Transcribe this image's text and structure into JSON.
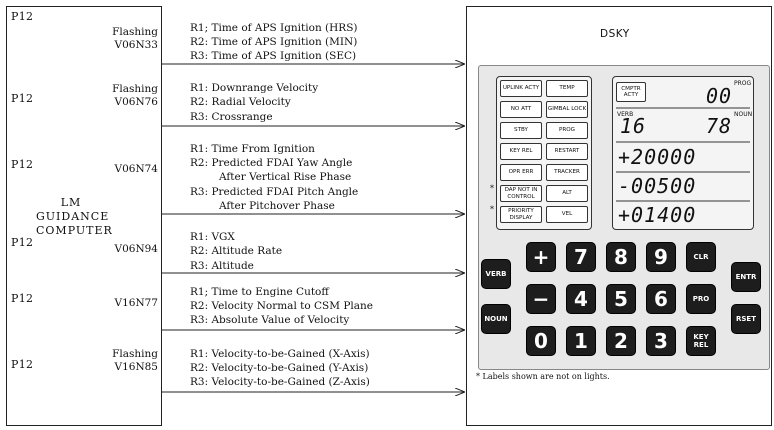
{
  "lm": {
    "program_labels": [
      "P12",
      "P12",
      "P12",
      "P12",
      "P12",
      "P12"
    ],
    "computer_label_line1": "LM",
    "computer_label_line2": "GUIDANCE",
    "computer_label_line3": "COMPUTER"
  },
  "modes": [
    {
      "status": "Flashing",
      "code": "V06N33"
    },
    {
      "status": "Flashing",
      "code": "V06N76"
    },
    {
      "status": "",
      "code": "V06N74"
    },
    {
      "status": "",
      "code": "V06N94"
    },
    {
      "status": "",
      "code": "V16N77"
    },
    {
      "status": "Flashing",
      "code": "V16N85"
    }
  ],
  "registers": {
    "g1": [
      "R1;  Time of APS Ignition (HRS)",
      "R2:  Time of APS Ignition (MIN)",
      "R3:  Time of APS Ignition (SEC)"
    ],
    "g2": [
      "R1:  Downrange Velocity",
      "R2:  Radial Velocity",
      "R3:  Crossrange"
    ],
    "g3": [
      "R1:  Time From Ignition",
      "R2:  Predicted FDAI Yaw Angle",
      "After Vertical Rise Phase",
      "R3:  Predicted FDAI Pitch Angle",
      "After Pitchover Phase"
    ],
    "g4": [
      "R1:  VGX",
      "R2:  Altitude Rate",
      "R3:  Altitude"
    ],
    "g5": [
      "R1;  Time to Engine Cutoff",
      "R2:  Velocity Normal to CSM Plane",
      "R3:  Absolute Value of Velocity"
    ],
    "g6": [
      "R1:  Velocity-to-be-Gained (X-Axis)",
      "R2:  Velocity-to-be-Gained (Y-Axis)",
      "R3:  Velocity-to-be-Gained (Z-Axis)"
    ]
  },
  "dsky": {
    "title": "DSKY",
    "caution_lights": [
      "UPLINK ACTY",
      "TEMP",
      "NO ATT",
      "GIMBAL LOCK",
      "STBY",
      "PROG",
      "KEY REL",
      "RESTART",
      "OPR ERR",
      "TRACKER",
      "DAP NOT IN CONTROL",
      "ALT",
      "PRIORITY DISPLAY",
      "VEL"
    ],
    "star": "*",
    "comp_acty": "CMPTR ACTY",
    "prog_label": "PROG",
    "prog_value": "00",
    "verb_label": "VERB",
    "noun_label": "NOUN",
    "verb_value": "16",
    "noun_value": "78",
    "r1": "+20000",
    "r2": "-00500",
    "r3": "+01400",
    "keys": {
      "verb": "VERB",
      "noun": "NOUN",
      "plus": "+",
      "minus": "−",
      "k7": "7",
      "k8": "8",
      "k9": "9",
      "k4": "4",
      "k5": "5",
      "k6": "6",
      "k0": "0",
      "k1": "1",
      "k2": "2",
      "k3": "3",
      "clr": "CLR",
      "pro": "PRO",
      "keyrel": "KEY REL",
      "entr": "ENTR",
      "rset": "RSET"
    },
    "footnote": "* Labels shown are not on lights."
  }
}
